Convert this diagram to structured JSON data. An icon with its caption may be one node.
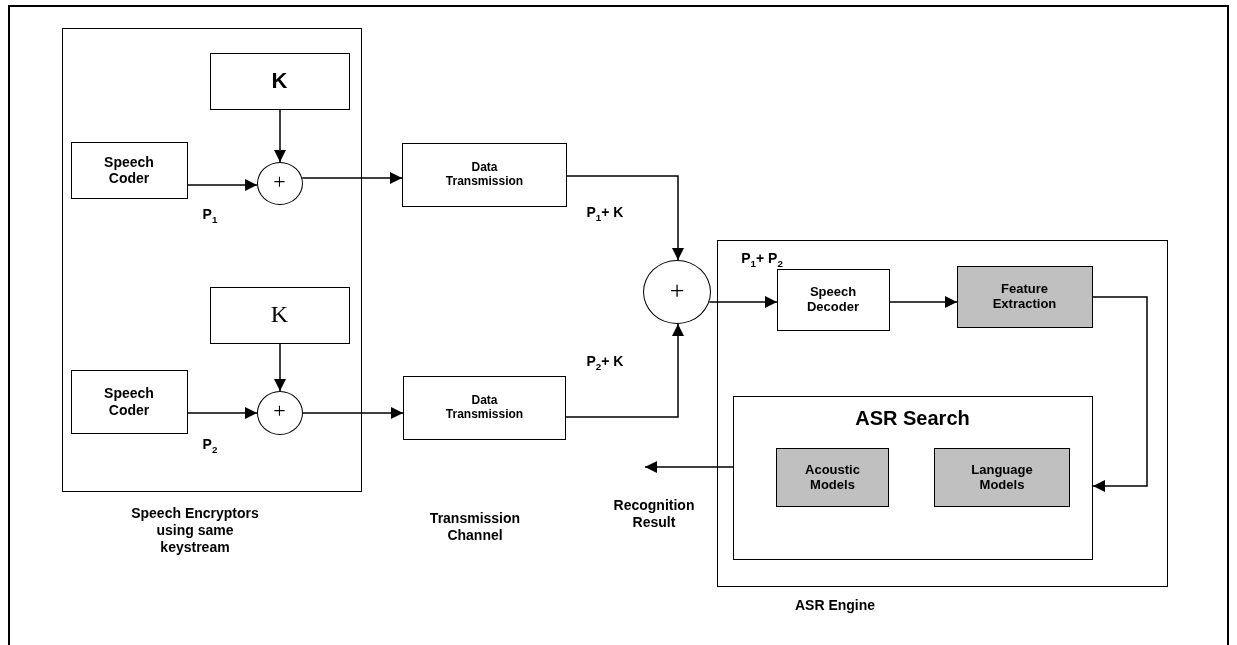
{
  "diagram": {
    "nodes": [
      {
        "text": [],
        "shape": "box",
        "beside": [
          "Speech Encryptors using same keystream"
        ]
      },
      {
        "text": [
          "K"
        ],
        "in": 0
      },
      {
        "text": [
          "Speech Coder"
        ],
        "in": 0
      },
      {
        "text": [
          "+"
        ],
        "in": 0
      },
      {
        "text": [
          "K"
        ],
        "in": 0
      },
      {
        "text": [
          "Speech Coder"
        ],
        "in": 0
      },
      {
        "text": [
          "+"
        ],
        "in": 0
      },
      {
        "text": [
          "Data Transmission"
        ]
      },
      {
        "text": [
          "Data Transmission"
        ]
      },
      {
        "text": [
          "+"
        ]
      },
      {
        "text": [],
        "shape": "box",
        "beside": [
          "ASR Engine"
        ]
      },
      {
        "text": [
          "Speech Decoder"
        ],
        "in": 10
      },
      {
        "text": [
          "Feature Extraction"
        ],
        "in": 10
      },
      {
        "text": [
          "ASR Search"
        ],
        "in": 10
      },
      {
        "text": [
          "Acoustic Models"
        ],
        "in": 13
      },
      {
        "text": [
          "Language Models"
        ],
        "in": 13
      }
    ],
    "edges": [
      {
        "from": 1,
        "to": 3,
        "arrow": "to"
      },
      {
        "from": 2,
        "to": 3,
        "arrow": "to"
      },
      {
        "from": 3,
        "to": 7,
        "arrow": "to"
      },
      {
        "from": 4,
        "to": 6,
        "arrow": "to"
      },
      {
        "from": 5,
        "to": 6,
        "arrow": "to"
      },
      {
        "from": 6,
        "to": 8,
        "arrow": "to"
      },
      {
        "from": 7,
        "to": 9,
        "arrow": "to"
      },
      {
        "from": 8,
        "to": 9,
        "arrow": "to"
      },
      {
        "from": 9,
        "to": 11,
        "arrow": "to"
      },
      {
        "from": 11,
        "to": 12,
        "arrow": "to"
      },
      {
        "from": 12,
        "to": 13,
        "arrow": "to"
      },
      {
        "from": 13,
        "to": null,
        "arrow": "to"
      }
    ],
    "labels": [
      "P$_{1}$+ K",
      "P$_{1}$",
      "P$_{1}$+ P$_{2}$",
      "P$_{2}$+ K",
      "P$_{2}$",
      "Transmission Channel",
      "Recognition Result"
    ]
  }
}
